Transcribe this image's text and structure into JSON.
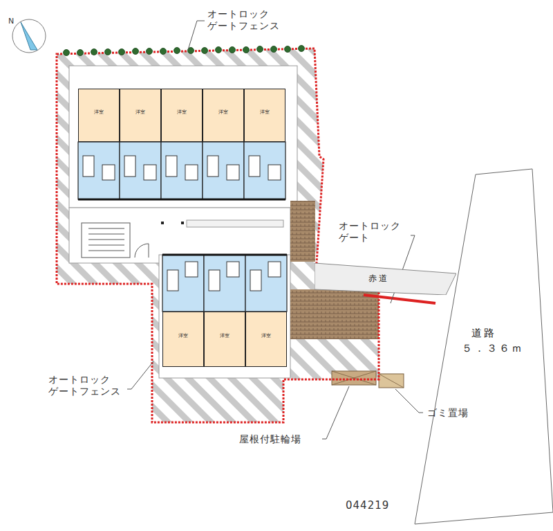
{
  "diagram": {
    "nodes": [
      {
        "text": [
          "洋室"
        ]
      },
      {
        "text": [
          "洋室"
        ]
      },
      {
        "text": [
          "洋室"
        ]
      },
      {
        "text": [
          "洋室"
        ]
      },
      {
        "text": [
          "洋室"
        ]
      },
      {
        "text": [
          "洋室"
        ]
      },
      {
        "text": [
          "洋室"
        ]
      },
      {
        "text": [
          "洋室"
        ]
      },
      {
        "text": [
          "赤道"
        ]
      },
      {
        "text": [
          "道路",
          "５．３６ｍ"
        ]
      }
    ],
    "labels": [
      "N",
      "オートロック ゲートフェンス",
      "オートロック ゲート",
      "オートロック ゲートフェンス",
      "ゴミ置場",
      "屋根付駐輪場",
      "044219"
    ]
  }
}
